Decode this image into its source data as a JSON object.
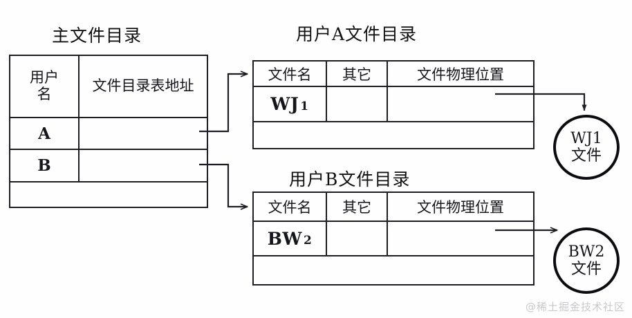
{
  "diagram": {
    "watermark": "@稀土掘金技术社区",
    "main_directory": {
      "title": "主文件目录",
      "headers": [
        "用户名",
        "文件目录表地址"
      ],
      "rows": [
        {
          "user": "A",
          "address": ""
        },
        {
          "user": "B",
          "address": ""
        },
        {
          "user": "",
          "address": ""
        }
      ]
    },
    "user_a_directory": {
      "title": "用户A文件目录",
      "headers": [
        "文件名",
        "其它",
        "文件物理位置"
      ],
      "rows": [
        {
          "file_name": "WJ",
          "file_index": "1",
          "other": "",
          "location": ""
        },
        {
          "file_name": "",
          "file_index": "",
          "other": "",
          "location": ""
        }
      ]
    },
    "user_b_directory": {
      "title": "用户B文件目录",
      "headers": [
        "文件名",
        "其它",
        "文件物理位置"
      ],
      "rows": [
        {
          "file_name": "BW",
          "file_index": "2",
          "other": "",
          "location": ""
        },
        {
          "file_name": "",
          "file_index": "",
          "other": "",
          "location": ""
        }
      ]
    },
    "file_nodes": [
      {
        "name": "WJ1",
        "label": "文件"
      },
      {
        "name": "BW2",
        "label": "文件"
      }
    ],
    "colors": {
      "line": "#1c1c22",
      "background": "#fefefe",
      "text": "#15151c",
      "watermark": "#c9c9cd"
    }
  }
}
